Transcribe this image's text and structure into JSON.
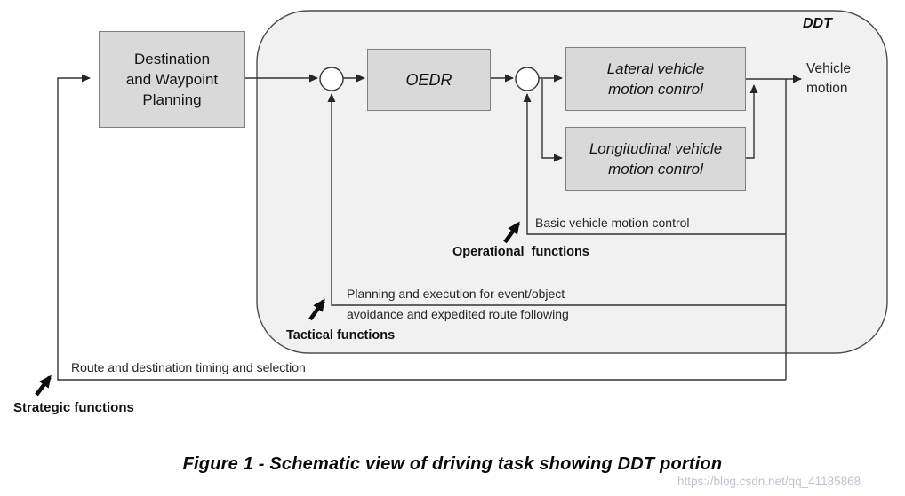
{
  "figure": {
    "caption": "Figure 1 - Schematic view of driving task showing DDT portion",
    "watermark": "https://blog.csdn.net/qq_41185868"
  },
  "diagram": {
    "ddt_label": "DDT",
    "boxes": {
      "destination": {
        "lines": [
          "Destination",
          "and Waypoint",
          "Planning"
        ]
      },
      "oedr": {
        "label": "OEDR"
      },
      "lateral": {
        "lines": [
          "Lateral vehicle",
          "motion control"
        ]
      },
      "longitudinal": {
        "lines": [
          "Longitudinal vehicle",
          "motion control"
        ]
      }
    },
    "output": {
      "lines": [
        "Vehicle",
        "motion"
      ]
    },
    "annotations": {
      "basic": "Basic vehicle motion control",
      "operational": "Operational  functions",
      "planning_line1": "Planning and execution for event/object",
      "planning_line2": "avoidance and expedited route following",
      "tactical": "Tactical functions",
      "route": "Route and destination timing and selection",
      "strategic": "Strategic functions"
    },
    "colors": {
      "box_fill": "#d9d9d9",
      "box_border": "#7f7f7f",
      "ddt_fill": "#f1f1f1",
      "line": "#333333",
      "watermark": "#b6bcc6"
    }
  }
}
